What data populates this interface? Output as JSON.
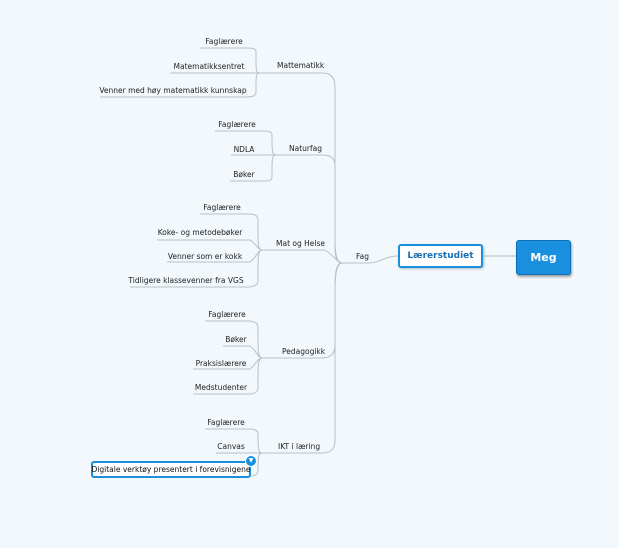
{
  "colors": {
    "background": "#f2f8fc",
    "accent": "#1a8fdd",
    "connector": "#b8c0c8"
  },
  "mindmap": {
    "root": "Meg",
    "main": "Lærerstudiet",
    "branch": "Fag",
    "topics": {
      "mattematikk": {
        "label": "Mattematikk",
        "items": [
          "Faglærere",
          "Matematikksentret",
          "Venner med høy matematikk kunnskap"
        ]
      },
      "naturfag": {
        "label": "Naturfag",
        "items": [
          "Faglærere",
          "NDLA",
          "Bøker"
        ]
      },
      "mat_og_helse": {
        "label": "Mat og Helse",
        "items": [
          "Faglærere",
          "Koke- og metodebøker",
          "Venner som er kokk",
          "Tidligere klassevenner fra VGS"
        ]
      },
      "pedagogikk": {
        "label": "Pedagogikk",
        "items": [
          "Faglærere",
          "Bøker",
          "Praksislærere",
          "Medstudenter"
        ]
      },
      "ikt": {
        "label": "IKT i læring",
        "items": [
          "Faglærere",
          "Canvas",
          "Digitale verktøy presentert i forevisnigene"
        ]
      }
    },
    "collapse_icon": "chevron-down-icon"
  }
}
